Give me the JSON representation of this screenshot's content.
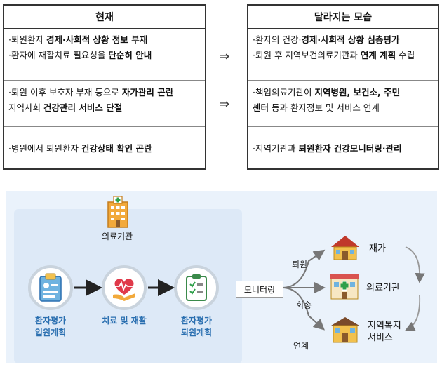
{
  "before": {
    "header": "현재",
    "rows": [
      {
        "lines": [
          {
            "text": "·퇴원환자 ",
            "bold": "경제·사회적 상황 정보 부재"
          },
          {
            "text": "·환자에 재활치료 필요성을 ",
            "bold": "단순히 안내"
          }
        ]
      },
      {
        "lines": [
          {
            "text": "·퇴원 이후 보호자 부재 등으로 ",
            "bold": "자가관리 곤란"
          },
          {
            "text": " 지역사회 ",
            "bold": "건강관리 서비스 단절"
          }
        ]
      },
      {
        "lines": [
          {
            "text": "·병원에서 퇴원환자 ",
            "bold": "건강상태 확인 곤란"
          }
        ]
      }
    ]
  },
  "after": {
    "header": "달라지는 모습",
    "rows": [
      {
        "lines": [
          {
            "text": "·환자의 건강·",
            "bold": "경제·사회적 상황 심층평가"
          },
          {
            "text": "·퇴원 후 지역보건의료기관과 ",
            "bold": "연계 계획",
            "tail": " 수립"
          }
        ]
      },
      {
        "lines": [
          {
            "text": "·책임의료기관이 ",
            "bold": "지역병원, 보건소, 주민"
          },
          {
            "text": "",
            "bold": "센터",
            "tail": " 등과 환자정보 및 서비스 연계"
          }
        ]
      },
      {
        "lines": [
          {
            "text": "·지역기관과 ",
            "bold": "퇴원환자 건강모니터링·관리"
          }
        ]
      }
    ]
  },
  "arrows": [
    "⇒",
    "⇒"
  ],
  "diagram": {
    "hospital_label": "의료기관",
    "steps": [
      {
        "label1": "환자평가",
        "label2": "입원계획",
        "icon": "clipboard-icon"
      },
      {
        "label1": "치료 및 재활",
        "label2": "",
        "icon": "heart-hand-icon"
      },
      {
        "label1": "환자평가",
        "label2": "퇴원계획",
        "icon": "checklist-icon"
      }
    ],
    "monitoring": "모니터링",
    "branches": [
      "퇴원",
      "회송",
      "연계"
    ],
    "destinations": [
      {
        "label": "재가",
        "icon": "house-icon"
      },
      {
        "label": "의료기관",
        "icon": "clinic-icon"
      },
      {
        "label": "지역복지\n서비스",
        "icon": "welfare-center-icon"
      }
    ],
    "colors": {
      "accent": "#2a6fb0",
      "panel": "#eaf2fb",
      "inner": "#dde9f7"
    }
  }
}
